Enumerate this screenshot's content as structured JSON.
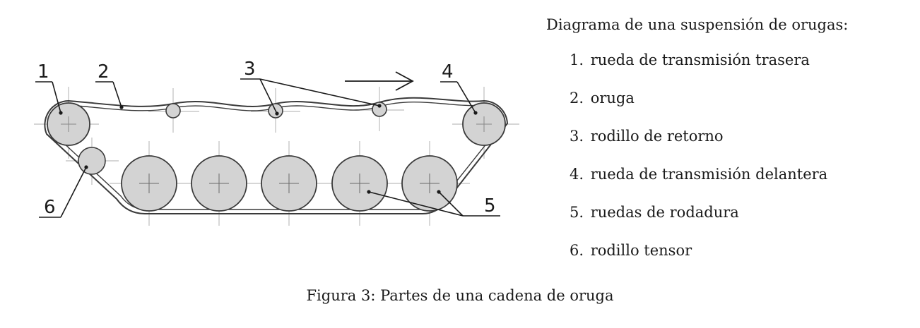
{
  "legend": {
    "title": "Diagrama de una suspensión de orugas:",
    "items": [
      {
        "number": "1.",
        "label": "rueda de transmisión trasera"
      },
      {
        "number": "2.",
        "label": "oruga"
      },
      {
        "number": "3.",
        "label": "rodillo de retorno"
      },
      {
        "number": "4.",
        "label": "rueda de transmisión delantera"
      },
      {
        "number": "5.",
        "label": "ruedas de rodadura"
      },
      {
        "number": "6.",
        "label": "rodillo tensor"
      }
    ]
  },
  "diagram": {
    "callouts": [
      "1",
      "2",
      "3",
      "4",
      "5",
      "6"
    ]
  },
  "caption": "Figura 3:  Partes de una cadena de oruga",
  "colors": {
    "wheel_fill": "#d3d3d3",
    "outline": "#3a3a3a",
    "centerline": "#bdbdbd"
  }
}
